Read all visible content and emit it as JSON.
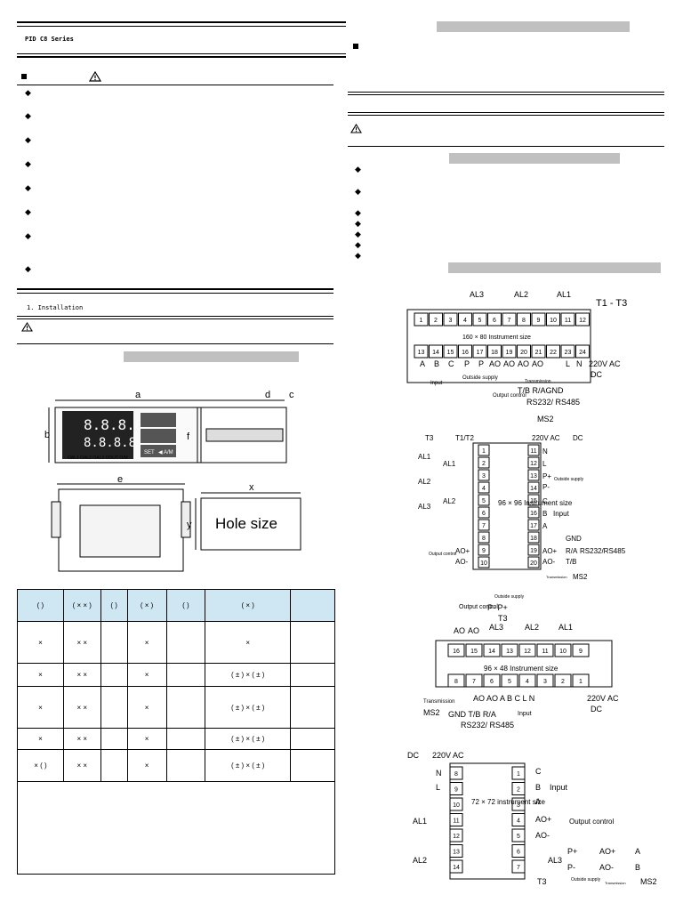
{
  "header": {
    "title": "PID C8 Series"
  },
  "left": {
    "install_heading": "1. Installation",
    "table": {
      "headers": [
        "(   )",
        "( × × )",
        "(  )",
        "( × )",
        "(  )",
        "( × )",
        ""
      ],
      "rows": [
        [
          "×",
          "× ×",
          "",
          "×",
          "",
          "×",
          ""
        ],
        [
          "×",
          "× ×",
          "",
          "×",
          "",
          "(  ±  ) × (  ±  )",
          ""
        ],
        [
          "×",
          "× ×",
          "",
          "×",
          "",
          "(  ±  ) × (  ±  )",
          ""
        ],
        [
          "×",
          "× ×",
          "",
          "×",
          "",
          "(  ±  ) × (  ±  )",
          ""
        ],
        [
          "× (  )",
          "× ×",
          "",
          "×",
          "",
          "(  ±  ) × (  ±  )",
          ""
        ]
      ]
    }
  },
  "diagrams": {
    "front": {
      "a": "a",
      "b": "b",
      "d": "d",
      "c": "c",
      "f": "f",
      "e": "e",
      "x": "x",
      "y": "y",
      "hole": "Hole size",
      "keys": [
        "SET",
        "◀ A/M"
      ],
      "leds": "OAL1 OAL2 OAL3 OOUT O/M",
      "d1": "8.8.8.8",
      "d2": "8.8.8.8"
    },
    "w160": {
      "title": "T1 - T3",
      "al": [
        "AL3",
        "AL2",
        "AL1"
      ],
      "size": "160 × 80 Instrument size",
      "top": [
        "1",
        "2",
        "3",
        "4",
        "5",
        "6",
        "7",
        "8",
        "9",
        "10",
        "11",
        "12"
      ],
      "bot": [
        "13",
        "14",
        "15",
        "16",
        "17",
        "18",
        "19",
        "20",
        "21",
        "22",
        "23",
        "24"
      ],
      "lbl": [
        "A",
        "B",
        "C",
        "P",
        "P",
        "AO",
        "AO",
        "AO",
        "AO",
        "L",
        "N",
        "220V AC"
      ],
      "input": "Input",
      "outside": "Outside supply",
      "output": "Output control",
      "transmission": "Transmission",
      "dc": "DC",
      "tb": "T/B R/AGND",
      "rs": "RS232/ RS485",
      "ms2": "MS2"
    },
    "w96": {
      "t3": "T3",
      "t1t2": "T1/T2",
      "ac": "220V AC",
      "dc": "DC",
      "size": "96 × 96 Instrument size",
      "left": [
        "1",
        "2",
        "3",
        "4",
        "5",
        "6",
        "7",
        "8",
        "9",
        "10"
      ],
      "right": [
        "11",
        "12",
        "13",
        "14",
        "15",
        "16",
        "17",
        "18",
        "19",
        "20"
      ],
      "al": [
        "AL1",
        "AL1",
        "AL2",
        "AL3",
        "AL2"
      ],
      "n": "N",
      "l": "L",
      "pp": "P+",
      "pm": "P-",
      "outside": "Outside supply",
      "c": "C",
      "b": "B",
      "a": "A",
      "input": "Input",
      "gnd": "GND",
      "ra": "R/A",
      "rs": "RS232/RS485",
      "tb": "T/B",
      "aop": "AO+",
      "aom": "AO-",
      "output": "Output control",
      "transmission": "Transmission",
      "ms2": "MS2"
    },
    "w48": {
      "outside": "Outside supply",
      "p": "P-  P+",
      "output": "Output control",
      "t3": "T3",
      "ao": [
        "AO",
        "AO"
      ],
      "al": [
        "AL3",
        "AL2",
        "AL1"
      ],
      "size": "96 × 48 Instrument size",
      "top": [
        "16",
        "15",
        "14",
        "13",
        "12",
        "11",
        "10",
        "9"
      ],
      "bot": [
        "8",
        "7",
        "6",
        "5",
        "4",
        "3",
        "2",
        "1"
      ],
      "ac": "220V AC",
      "dc": "DC",
      "transmission": "Transmission",
      "ms2": "MS2",
      "lbl": "AO AO  A   B   C    L   N",
      "gnd": "GND T/B R/A",
      "input": "Input",
      "rs": "RS232/ RS485"
    },
    "w72": {
      "dc": "DC",
      "ac": "220V AC",
      "size": "72 × 72 instrument size",
      "left": [
        "8",
        "9",
        "10",
        "11",
        "12",
        "13",
        "14"
      ],
      "right": [
        "1",
        "2",
        "3",
        "4",
        "5",
        "6",
        "7"
      ],
      "n": "N",
      "l": "L",
      "al1": "AL1",
      "al2": "AL2",
      "al3": "AL3",
      "c": "C",
      "b": "B",
      "a": "A",
      "input": "Input",
      "aop": "AO+",
      "aom": "AO-",
      "output": "Output control",
      "pp": "P+",
      "pm": "P-",
      "aop2": "AO+",
      "aom2": "AO-",
      "ra": "A",
      "rb": "B",
      "t3": "T3",
      "outside": "Outside supply",
      "transmission": "Transmission",
      "ms2": "MS2"
    }
  }
}
